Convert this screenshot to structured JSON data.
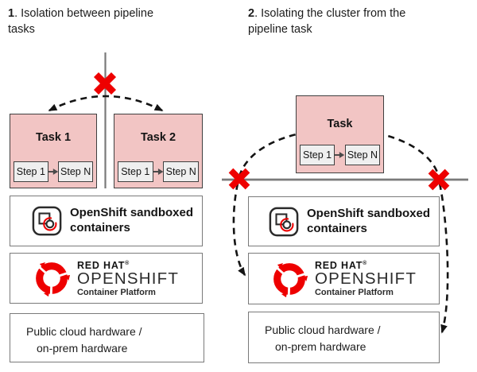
{
  "colors": {
    "task_fill": "#f2c5c4",
    "task_border": "#3f3f3f",
    "step_fill": "#efefef",
    "box_border": "#7a7a7a",
    "separator_gray": "#7a7a7a",
    "dash_black": "#141414",
    "red": "#ee0000"
  },
  "panels": {
    "left": {
      "number": "1",
      "title": ". Isolation between pipeline tasks",
      "task1": {
        "label": "Task 1",
        "step_first": "Step 1",
        "step_last": "Step N"
      },
      "task2": {
        "label": "Task 2",
        "step_first": "Step 1",
        "step_last": "Step N"
      }
    },
    "right": {
      "number": "2",
      "title": ". Isolating the cluster from the pipeline task",
      "task": {
        "label": "Task",
        "step_first": "Step 1",
        "step_last": "Step N"
      }
    }
  },
  "stack": {
    "sandboxed_line1": "OpenShift sandboxed",
    "sandboxed_line2": "containers",
    "redhat_brand": "RED HAT",
    "redhat_reg": "®",
    "redhat_product": "OPENSHIFT",
    "redhat_sub": "Container Platform",
    "hardware_line1": "Public cloud hardware /",
    "hardware_line2": "on-prem hardware"
  },
  "icons": {
    "sandboxed": "openshift-sandboxed-containers-icon",
    "redhat_logo": "red-hat-openshift-logo",
    "blocked": "blocked-x-icon",
    "step_arrow": "step-arrow-icon",
    "isolation_arrow": "dashed-isolation-arrow"
  }
}
